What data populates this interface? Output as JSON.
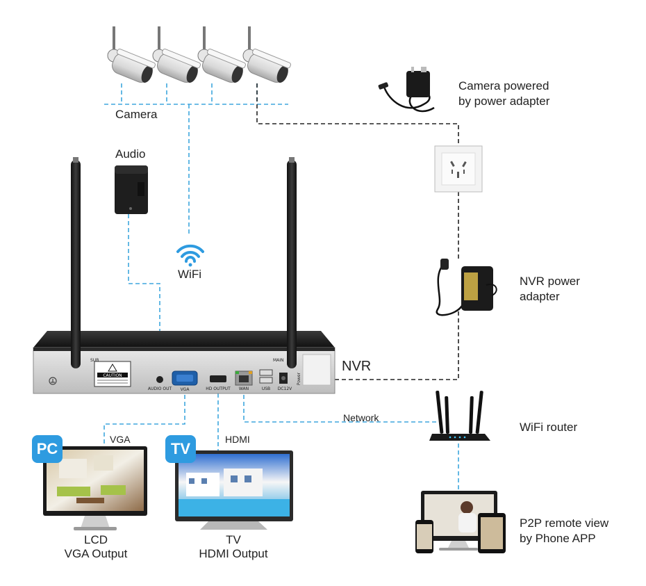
{
  "labels": {
    "camera": "Camera",
    "camera_power": [
      "Camera powered",
      "by power adapter"
    ],
    "audio": "Audio",
    "wifi": "WiFi",
    "nvr_power": [
      "NVR power",
      "adapter"
    ],
    "nvr": "NVR",
    "network": "Network",
    "wifi_router": "WiFi router",
    "vga": "VGA",
    "hdmi": "HDMI",
    "lcd": [
      "LCD",
      "VGA Output"
    ],
    "tv": [
      "TV",
      "HDMI Output"
    ],
    "p2p": [
      "P2P remote view",
      "by Phone APP"
    ]
  },
  "badges": {
    "pc": "PC",
    "tv": "TV"
  },
  "nvr_panel": {
    "caution": "CAUTION",
    "sub": "SUB",
    "main": "MAIN",
    "ports": [
      "AUDIO OUT",
      "VGA",
      "HD OUTPUT",
      "WAN",
      "USB",
      "DC12V",
      "Power"
    ]
  },
  "icons": [
    "wifi-icon",
    "ground-icon",
    "caution-triangle-icon"
  ],
  "colors": {
    "link_wifi": "#3ea6de",
    "link_power": "#222222",
    "badge": "#2e9be0"
  }
}
